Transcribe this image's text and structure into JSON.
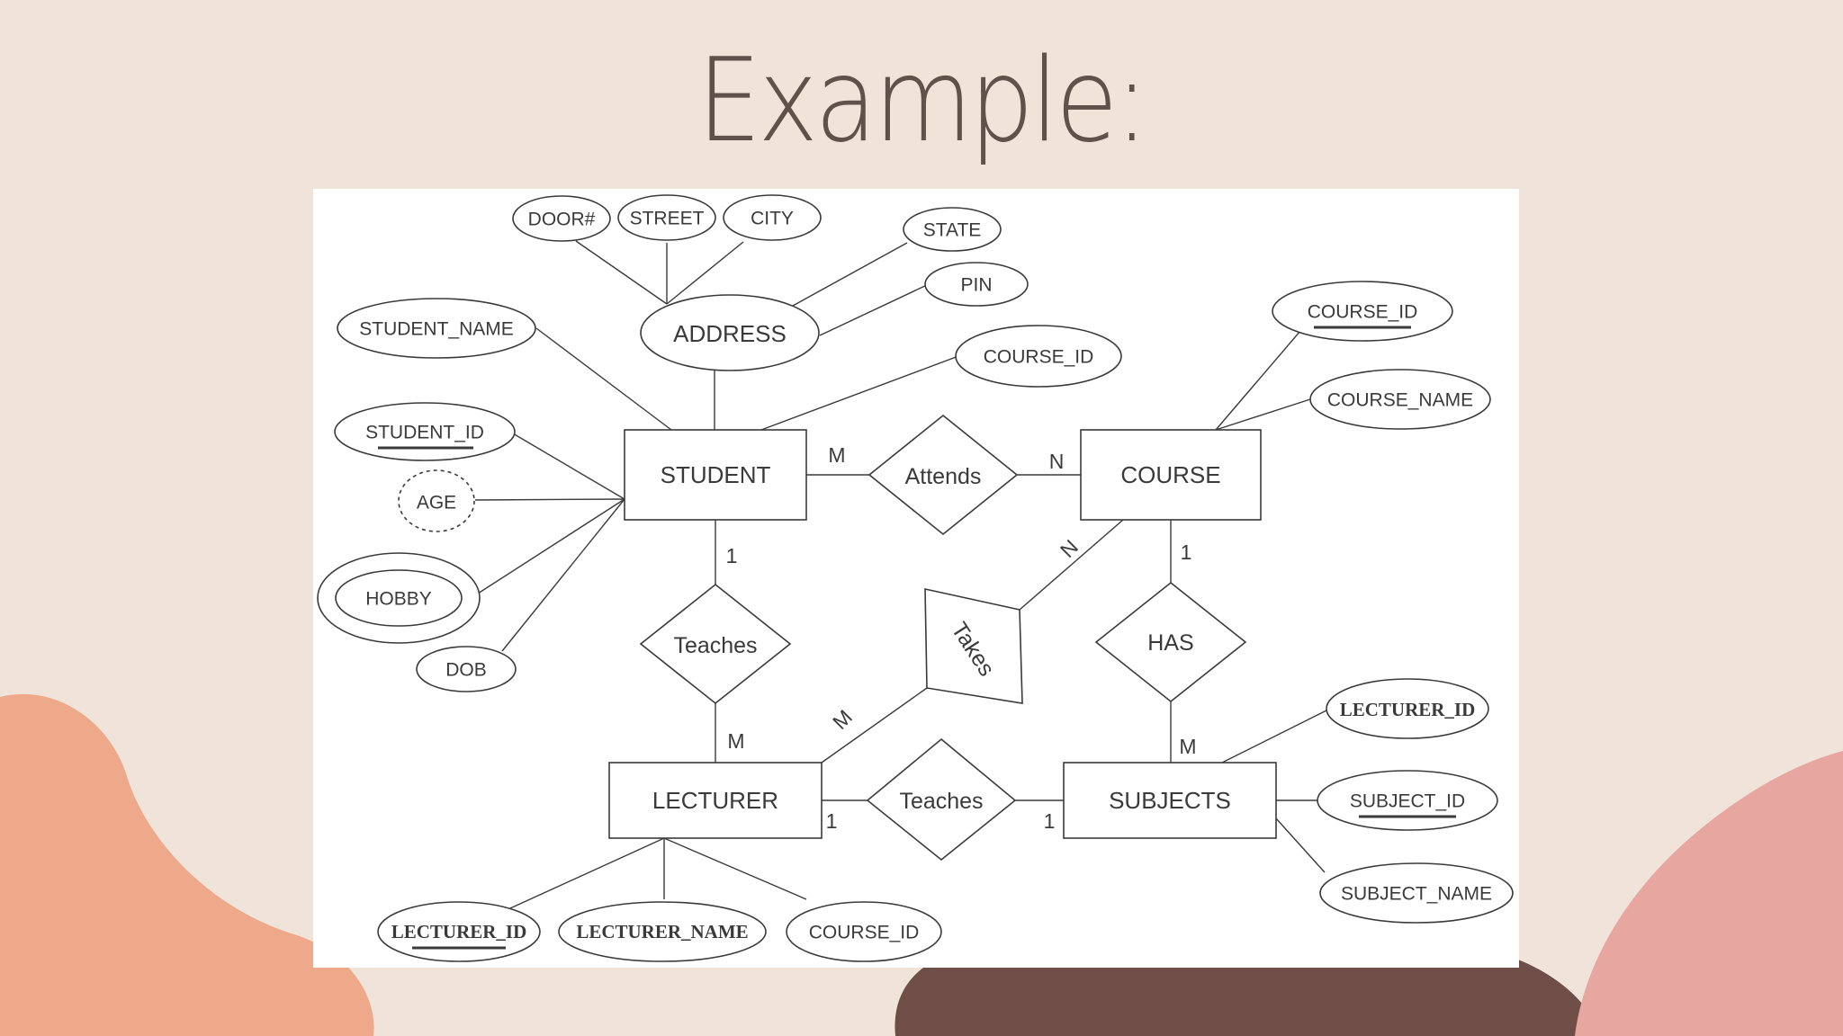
{
  "slide": {
    "title": "Example:"
  },
  "colors": {
    "background": "#f0e3d9",
    "blob_orange": "#eea88a",
    "blob_brown": "#6e4e47",
    "blob_pink": "#e8a6a0",
    "panel": "#ffffff",
    "ink": "#3a3a3a"
  },
  "diagram": {
    "entities": {
      "student": "STUDENT",
      "course": "COURSE",
      "lecturer": "LECTURER",
      "subjects": "SUBJECTS"
    },
    "relationships": {
      "attends": "Attends",
      "teaches_student": "Teaches",
      "takes": "Takes",
      "has": "HAS",
      "teaches_subjects": "Teaches"
    },
    "attributes": {
      "door": "DOOR#",
      "street": "STREET",
      "city": "CITY",
      "state": "STATE",
      "pin": "PIN",
      "address": "ADDRESS",
      "student_name": "STUDENT_NAME",
      "student_id": "STUDENT_ID",
      "age": "AGE",
      "hobby": "HOBBY",
      "dob": "DOB",
      "student_course_id": "COURSE_ID",
      "course_course_id": "COURSE_ID",
      "course_name": "COURSE_NAME",
      "subjects_lecturer_id": "LECTURER_ID",
      "subject_id": "SUBJECT_ID",
      "subject_name": "SUBJECT_NAME",
      "lecturer_id": "LECTURER_ID",
      "lecturer_name": "LECTURER_NAME",
      "lecturer_course_id": "COURSE_ID"
    },
    "cardinalities": {
      "student_attends": "M",
      "attends_course": "N",
      "student_teaches": "1",
      "teaches_lecturer": "M",
      "course_takes": "N",
      "takes_lecturer": "M",
      "course_has": "1",
      "has_subjects": "M",
      "lecturer_teaches": "1",
      "teaches_subjects": "1"
    }
  }
}
